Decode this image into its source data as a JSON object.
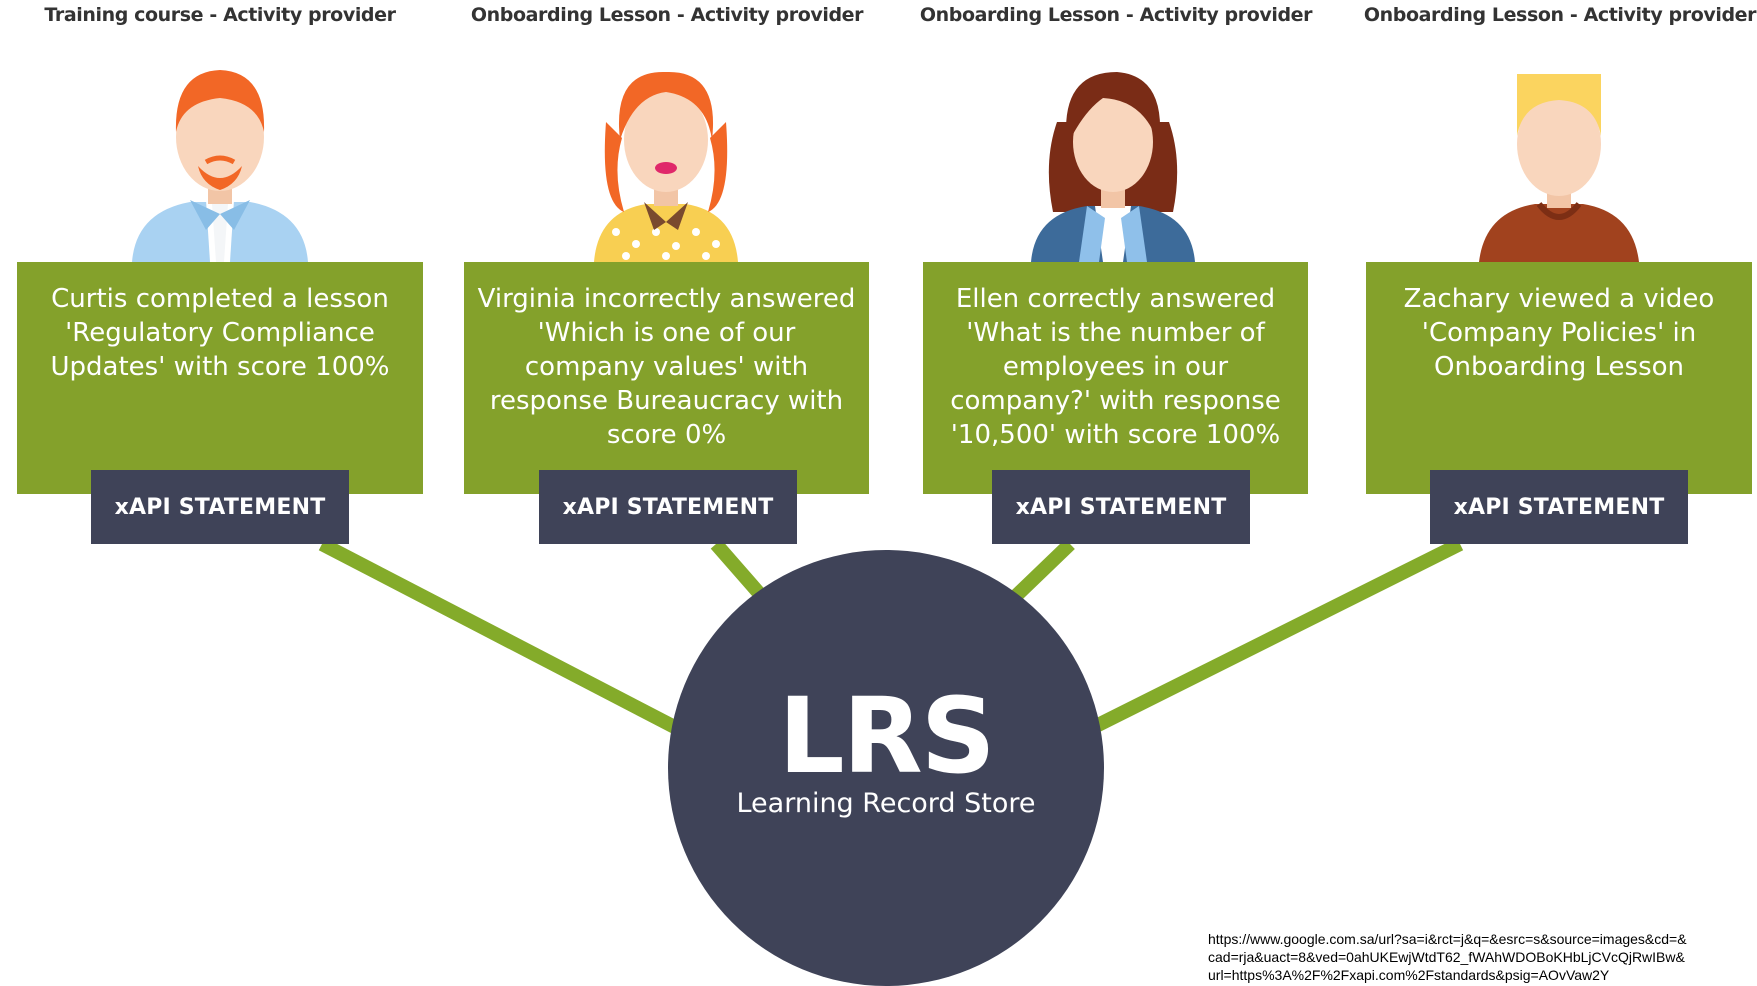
{
  "colors": {
    "card_green": "#84a12b",
    "arrow_green": "#84ab2a",
    "navy": "#3f4358",
    "heading": "#333333"
  },
  "providers": [
    {
      "label": "Training course - Activity provider",
      "statement": "Curtis completed a lesson 'Regulatory Compliance Updates' with score 100%",
      "badge": "xAPI STATEMENT",
      "avatar_icon": "man-red-hair-beard-icon"
    },
    {
      "label": "Onboarding Lesson - Activity provider",
      "statement": "Virginia incorrectly answered 'Which is one of our company values' with response Bureaucracy with score 0%",
      "badge": "xAPI STATEMENT",
      "avatar_icon": "woman-red-curly-hair-icon"
    },
    {
      "label": "Onboarding Lesson - Activity provider",
      "statement": "Ellen correctly answered 'What is the number of employees in our company?' with response '10,500' with score 100%",
      "badge": "xAPI STATEMENT",
      "avatar_icon": "woman-brown-hair-blazer-icon"
    },
    {
      "label": "Onboarding Lesson - Activity provider",
      "statement": "Zachary viewed a video 'Company Policies' in Onboarding Lesson",
      "badge": "xAPI STATEMENT",
      "avatar_icon": "man-blond-hair-icon"
    }
  ],
  "lrs": {
    "title": "LRS",
    "subtitle": "Learning Record Store"
  },
  "source_url": {
    "line1": "https://www.google.com.sa/url?sa=i&rct=j&q=&esrc=s&source=images&cd=&",
    "line2": "cad=rja&uact=8&ved=0ahUKEwjWtdT62_fWAhWDOBoKHbLjCVcQjRwIBw&",
    "line3": "url=https%3A%2F%2Fxapi.com%2Fstandards&psig=AOvVaw2Y"
  }
}
